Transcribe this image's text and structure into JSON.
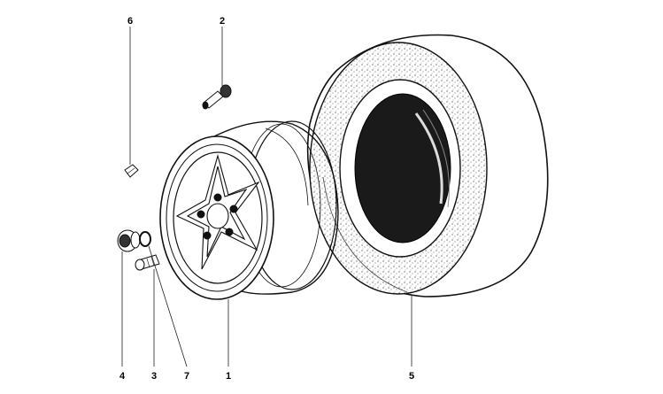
{
  "callouts": {
    "label_6": "6",
    "label_2": "2",
    "label_4": "4",
    "label_3": "3",
    "label_7": "7",
    "label_1": "1",
    "label_5": "5"
  }
}
